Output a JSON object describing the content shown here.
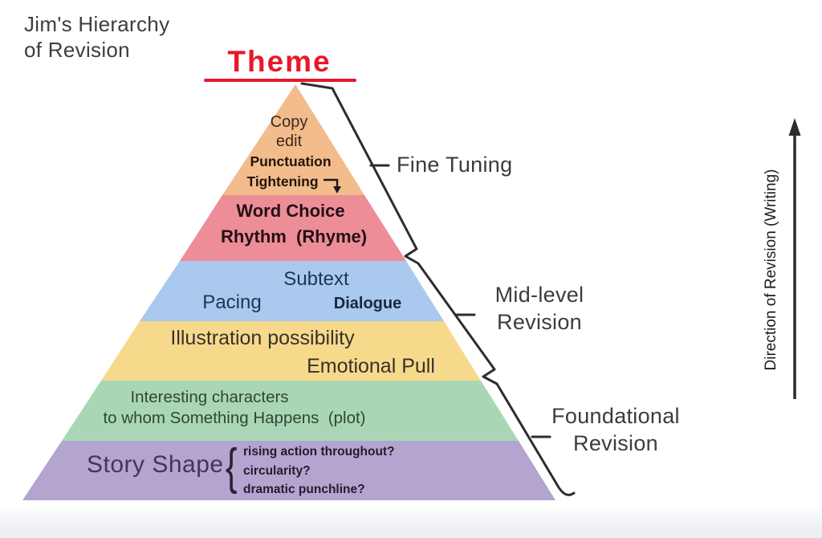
{
  "header": {
    "line1": "Jim's Hierarchy",
    "line2": "of Revision"
  },
  "theme": {
    "label": "Theme",
    "color": "#e8182b"
  },
  "diagram": {
    "line_color": "#2d2d2d",
    "levels": [
      {
        "name": "fine-tuning-top",
        "color": "#f3bc8d",
        "text": {
          "l1": "Copy",
          "l2": "edit",
          "l3": "Punctuation",
          "l4": "Tightening"
        },
        "icon": "corner-right-down-arrow"
      },
      {
        "name": "word-choice",
        "color": "#ed8d97",
        "text": {
          "l1": "Word Choice",
          "l2": "Rhythm  (Rhyme)"
        }
      },
      {
        "name": "subtext",
        "color": "#a9c9ee",
        "text": {
          "l1": "Subtext",
          "l2": "Pacing",
          "l3": "Dialogue"
        }
      },
      {
        "name": "illustration",
        "color": "#f7d98c",
        "text": {
          "l1": "Illustration possibility",
          "l2": "Emotional Pull"
        }
      },
      {
        "name": "characters",
        "color": "#a9d7b6",
        "text": {
          "l1": "Interesting characters",
          "l2": "to whom Something Happens  (plot)"
        }
      },
      {
        "name": "story-shape",
        "color": "#b3a4d0",
        "text": {
          "l1": "Story Shape",
          "q1": "rising action throughout?",
          "q2": "circularity?",
          "q3": "dramatic punchline?"
        },
        "brace_glyph": "{"
      }
    ],
    "brackets": [
      {
        "label": "Fine Tuning"
      },
      {
        "line1": "Mid-level",
        "line2": "Revision"
      },
      {
        "line1": "Foundational",
        "line2": "Revision"
      }
    ],
    "axis": {
      "label": "Direction of Revision (Writing)"
    }
  }
}
